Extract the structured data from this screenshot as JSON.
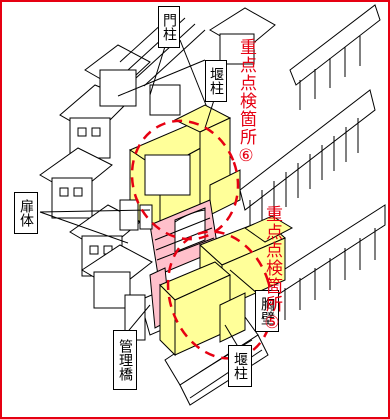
{
  "labels": {
    "monchu": "門柱",
    "sekichu_top": "堰柱",
    "tobirakai": "扉体",
    "kanrikyo": "管理橋",
    "sekichu_bottom": "堰柱",
    "kyouheki": "胸壁"
  },
  "inspection_points": {
    "point6": "重点点検箇所⑥",
    "point5": "重点点検箇所⑤"
  },
  "colors": {
    "frame": "#e60012",
    "pier": "#ffff99",
    "gate": "#ffc0cb",
    "highlight": "#e60012"
  }
}
